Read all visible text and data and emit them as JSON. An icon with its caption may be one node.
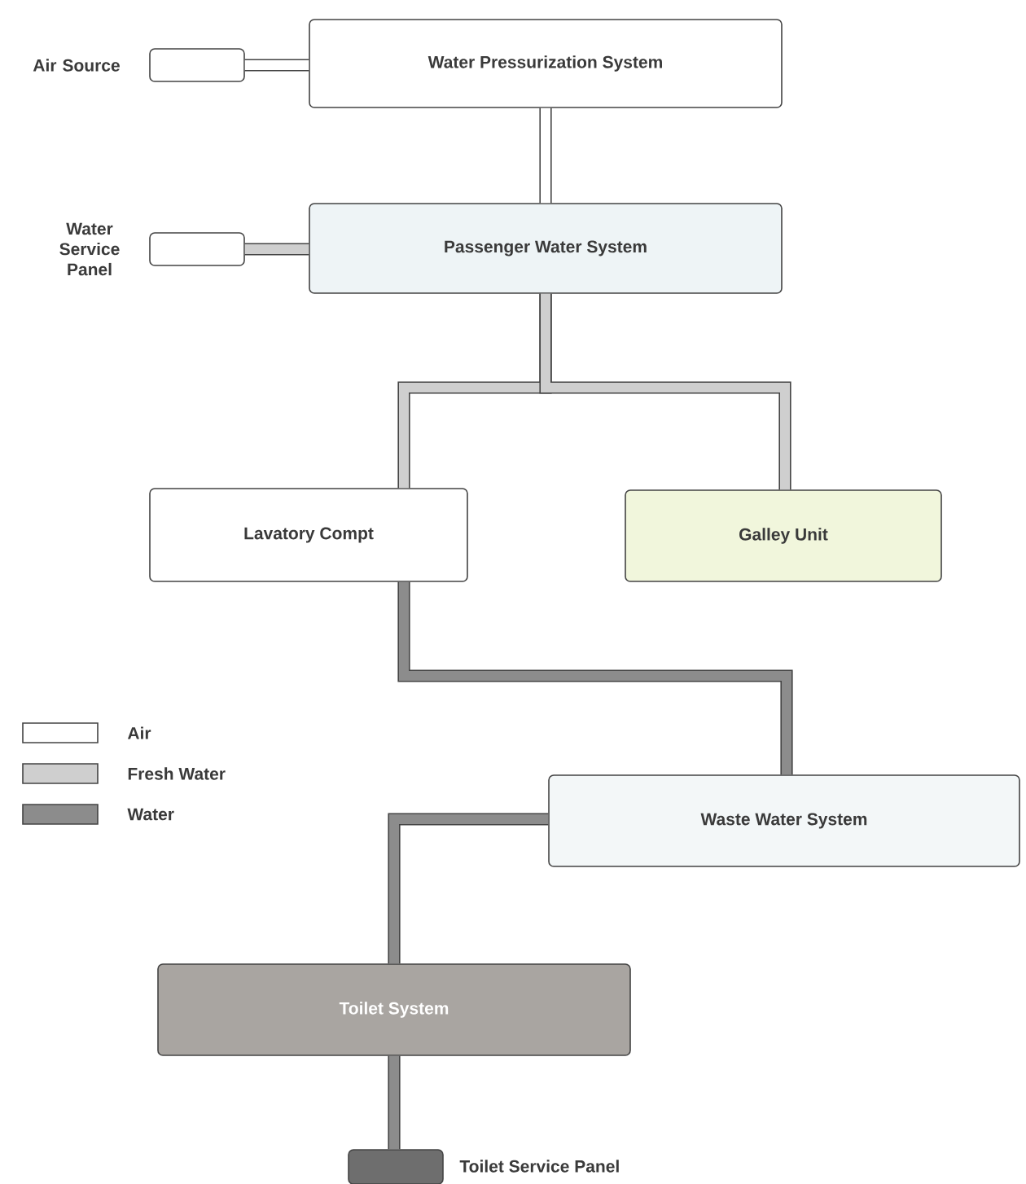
{
  "diagram": {
    "nodes": [
      {
        "text": [
          "Air Source"
        ]
      },
      {
        "text": [
          "Water Pressurization System"
        ]
      },
      {
        "text": [
          "Water Service Panel"
        ]
      },
      {
        "text": [
          "Passenger Water System"
        ]
      },
      {
        "text": [
          "Lavatory Compt"
        ]
      },
      {
        "text": [
          "Galley Unit"
        ]
      },
      {
        "text": [
          "Waste Water System"
        ]
      },
      {
        "text": [
          "Toilet System"
        ]
      },
      {
        "text": [],
        "shape": "box",
        "beside": [
          "Toilet Service Panel"
        ]
      }
    ],
    "edges": [
      {
        "from": 0,
        "to": 1,
        "arrow": "none"
      },
      {
        "from": 1,
        "to": 3,
        "arrow": "none"
      },
      {
        "from": 2,
        "to": 3,
        "arrow": "none"
      },
      {
        "from": 3,
        "to": 4,
        "arrow": "none"
      },
      {
        "from": 3,
        "to": 5,
        "arrow": "none"
      },
      {
        "from": 4,
        "to": 6,
        "arrow": "none"
      },
      {
        "from": 6,
        "to": 7,
        "arrow": "none"
      },
      {
        "from": 7,
        "to": 8,
        "arrow": "none"
      }
    ],
    "legend": [
      {
        "text": "Air"
      },
      {
        "text": "Fresh Water",
        "color": "#cfcfcf"
      },
      {
        "text": "Water",
        "color": "#8c8c8c"
      }
    ]
  }
}
